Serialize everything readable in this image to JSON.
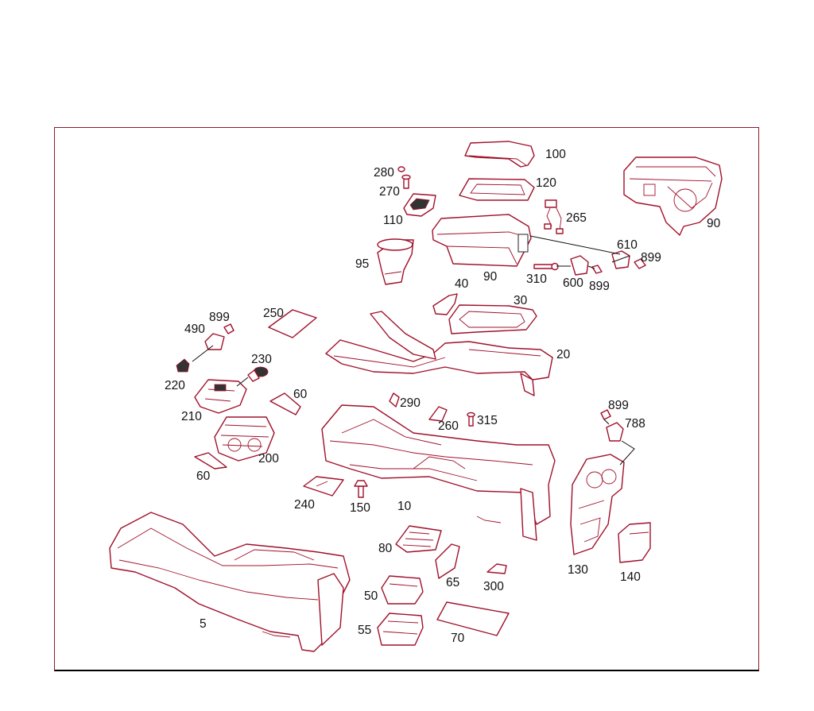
{
  "diagram": {
    "border_color": "#8b1a2b",
    "line_color": "#a0102a",
    "labels": {
      "p100": "100",
      "p120": "120",
      "p280": "280",
      "p270": "270",
      "p110": "110",
      "p265": "265",
      "p90a": "90",
      "p90b": "90",
      "p95": "95",
      "p610": "610",
      "p899a": "899",
      "p310": "310",
      "p600": "600",
      "p899b": "899",
      "p40": "40",
      "p30": "30",
      "p250": "250",
      "p899c": "899",
      "p490": "490",
      "p230": "230",
      "p20": "20",
      "p220": "220",
      "p60a": "60",
      "p290": "290",
      "p210": "210",
      "p260": "260",
      "p315": "315",
      "p899d": "899",
      "p788": "788",
      "p200": "200",
      "p60b": "60",
      "p240": "240",
      "p150": "150",
      "p10": "10",
      "p80": "80",
      "p130": "130",
      "p140": "140",
      "p50": "50",
      "p65": "65",
      "p300": "300",
      "p5": "5",
      "p55": "55",
      "p70": "70"
    }
  }
}
